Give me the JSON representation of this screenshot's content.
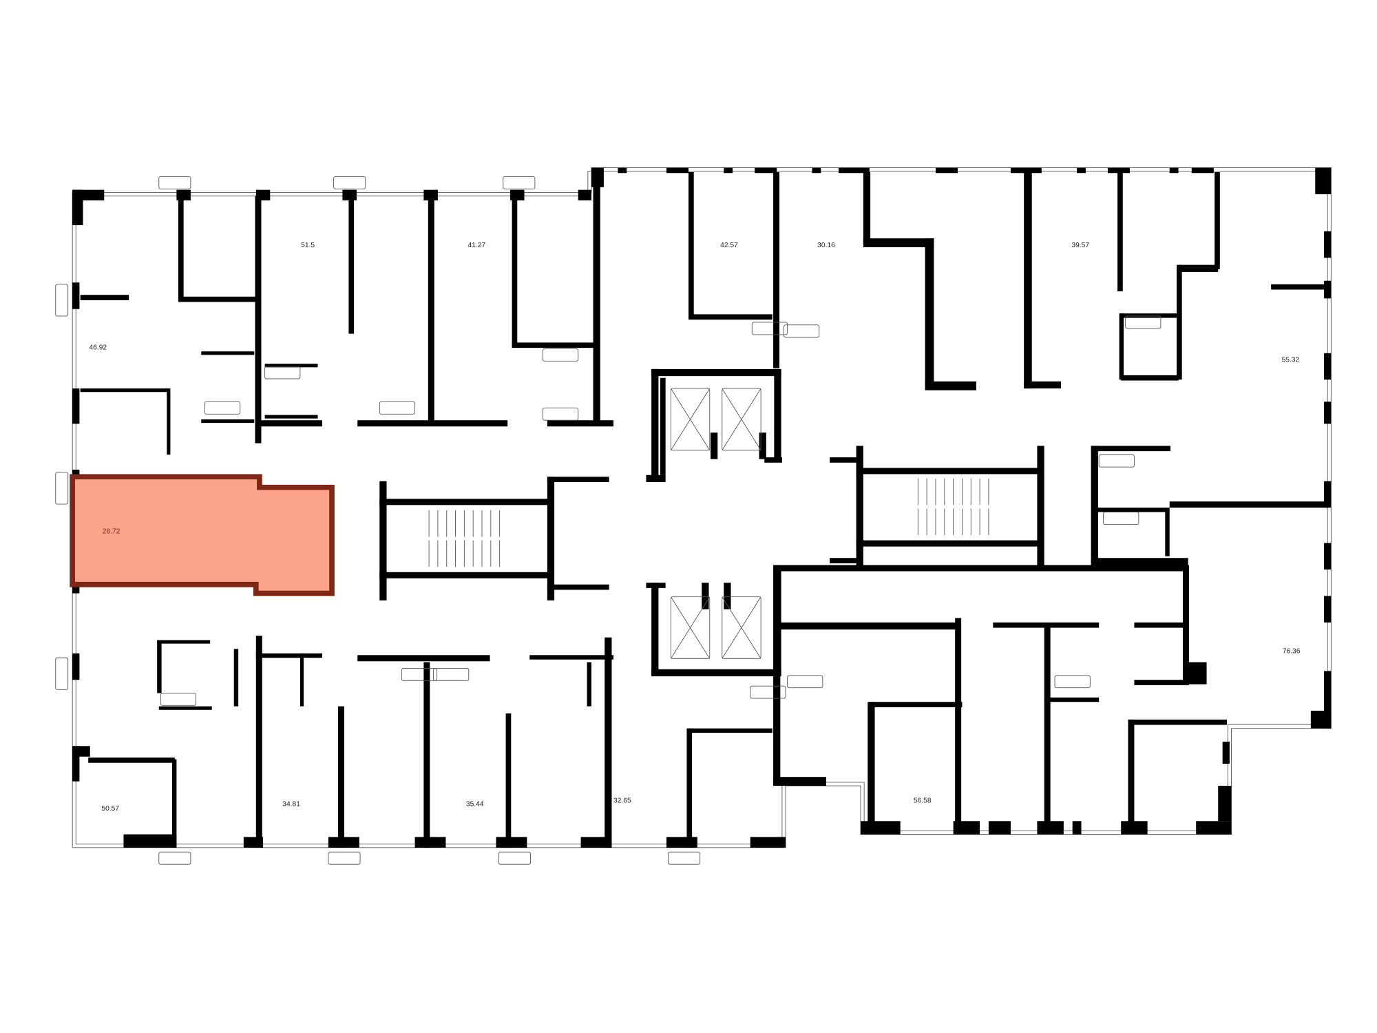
{
  "colors": {
    "wall": "#000000",
    "highlight_fill": "#fca38b",
    "highlight_wall": "#7f2716",
    "background": "#ffffff"
  },
  "selected_apartment": {
    "area": "28.72"
  },
  "apartments": [
    {
      "area": "46.92"
    },
    {
      "area": "51.5"
    },
    {
      "area": "41.27"
    },
    {
      "area": "42.57"
    },
    {
      "area": "30.16"
    },
    {
      "area": "39.57"
    },
    {
      "area": "55.32"
    },
    {
      "area": "76.36"
    },
    {
      "area": "50.57"
    },
    {
      "area": "34.81"
    },
    {
      "area": "35.44"
    },
    {
      "area": "32.65"
    },
    {
      "area": "56.58"
    }
  ]
}
